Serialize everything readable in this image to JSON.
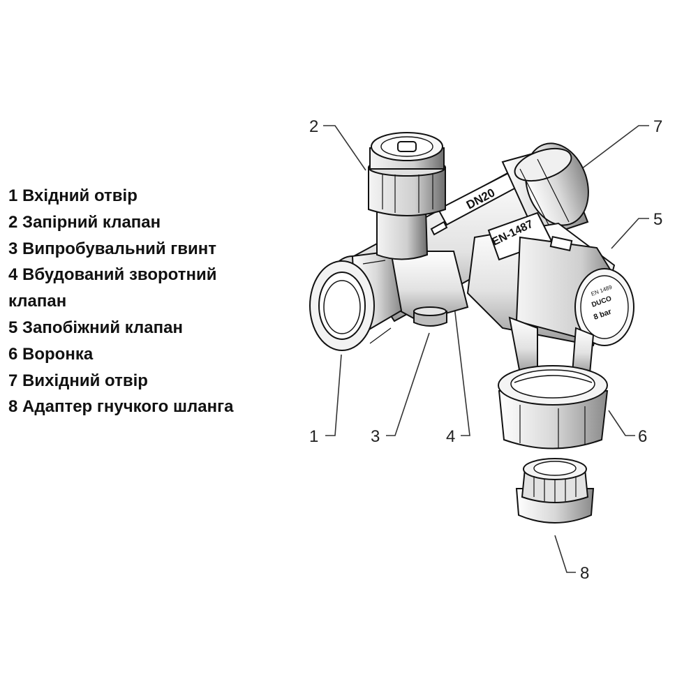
{
  "legend": {
    "items": [
      {
        "number": "1",
        "text": "Вхідний отвір"
      },
      {
        "number": "2",
        "text": "Запірний клапан"
      },
      {
        "number": "3",
        "text": "Випробувальний гвинт"
      },
      {
        "number": "4",
        "text": "Вбудований зворотний клапан"
      },
      {
        "number": "5",
        "text": "Запобіжний клапан"
      },
      {
        "number": "6",
        "text": "Воронка"
      },
      {
        "number": "7",
        "text": "Вихідний отвір"
      },
      {
        "number": "8",
        "text": "Адаптер гнучкого шланга"
      }
    ]
  },
  "drawing": {
    "body_marking_size": "DN20",
    "body_marking_standard": "EN-1487",
    "valve_cap_lines": [
      "EN 1489",
      "DUCO",
      "8 bar"
    ]
  },
  "callouts": {
    "c1": "1",
    "c2": "2",
    "c3": "3",
    "c4": "4",
    "c5": "5",
    "c6": "6",
    "c7": "7",
    "c8": "8"
  }
}
